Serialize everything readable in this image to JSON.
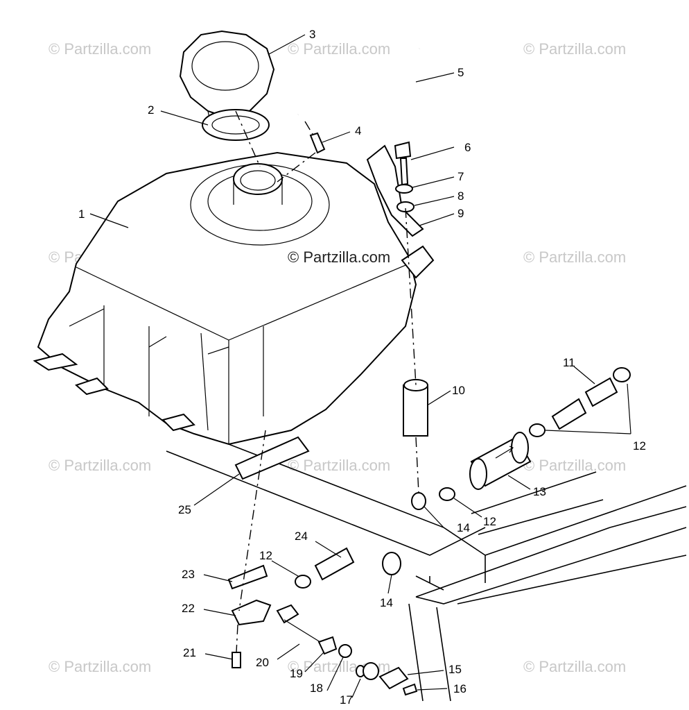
{
  "watermarks": [
    "© Partzilla.com",
    "© Partzilla.com",
    "© Partzilla.com",
    "© Partzilla.com",
    "© Partzilla.com",
    "© Partzilla.com",
    "© Partzilla.com",
    "© Partzilla.com",
    "© Partzilla.com",
    "© Partzilla.com",
    "© Partzilla.com"
  ],
  "center_watermark": "© Partzilla.com",
  "callouts": [
    "1",
    "2",
    "3",
    "4",
    "5",
    "6",
    "7",
    "8",
    "9",
    "10",
    "11",
    "12",
    "12",
    "12",
    "13",
    "14",
    "14",
    "15",
    "16",
    "17",
    "18",
    "19",
    "20",
    "21",
    "22",
    "23",
    "24",
    "25"
  ]
}
